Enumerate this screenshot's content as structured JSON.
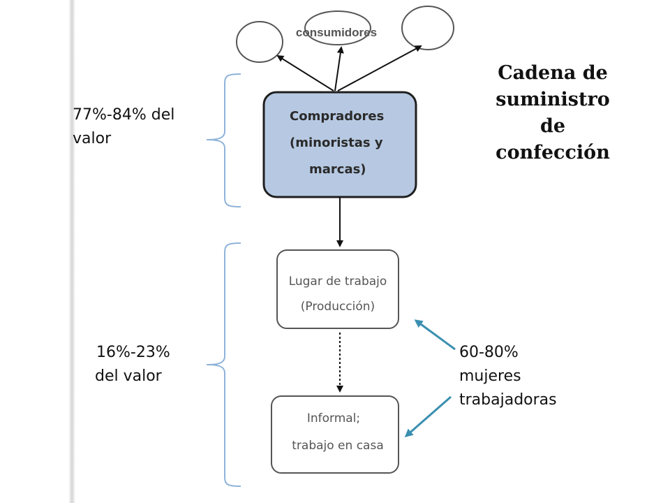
{
  "title": {
    "line1": "Cadena de",
    "line2": "suministro",
    "line3": "de",
    "line4": "confección"
  },
  "nodes": {
    "consumers_label": "consumidores",
    "buyers": {
      "line1": "Compradores",
      "line2": "(minoristas y",
      "line3": "marcas)"
    },
    "workplace": {
      "line1": "Lugar de trabajo",
      "line2": "(Producción)"
    },
    "informal": {
      "line1": "Informal;",
      "line2": "trabajo en casa"
    }
  },
  "annotations": {
    "upper_value": {
      "line1": "77%-84% del",
      "line2": "valor"
    },
    "lower_value": {
      "line1": "16%-23%",
      "line2": "del valor"
    },
    "women_workers": {
      "line1": "60-80%",
      "line2": "mujeres",
      "line3": "trabajadoras"
    }
  },
  "colors": {
    "buyers_fill": "#b7c9e2",
    "bracket": "#8fb3d9",
    "callout_arrow": "#3a8fb0",
    "arrow": "#111111"
  }
}
